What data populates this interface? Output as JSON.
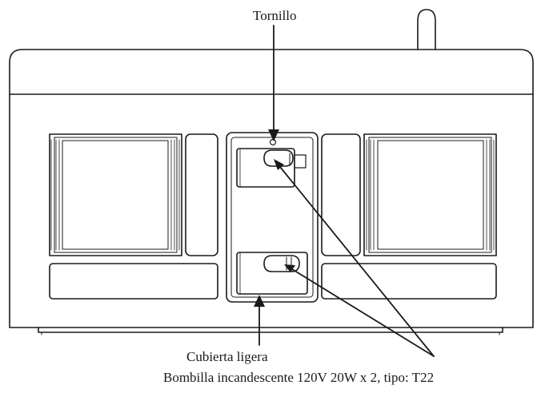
{
  "labels": {
    "screw": "Tornillo",
    "light_cover": "Cubierta ligera",
    "bulb": "Bombilla incandescente 120V 20W x 2, tipo: T22"
  },
  "colors": {
    "line": "#1a1a1a",
    "background": "#ffffff"
  }
}
